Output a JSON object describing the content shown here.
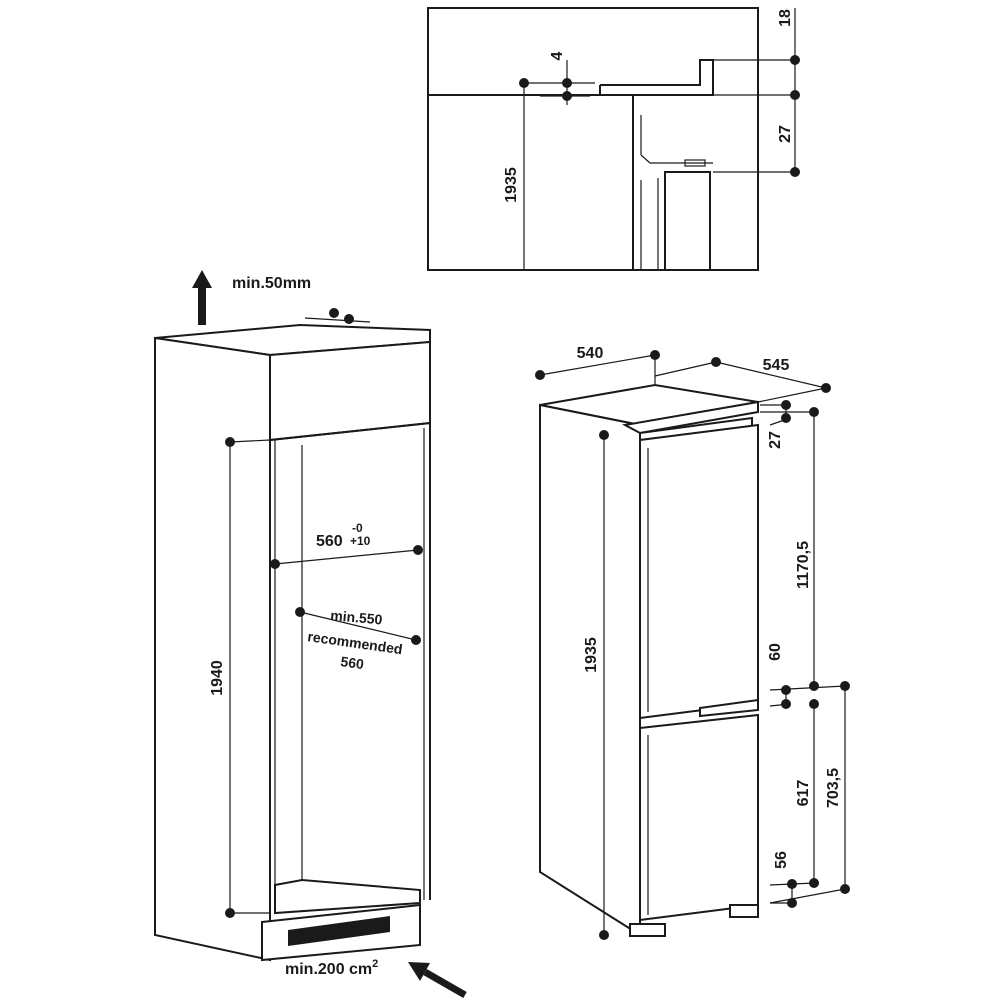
{
  "detail": {
    "dim_18": "18",
    "dim_4": "4",
    "dim_27": "27",
    "dim_1935": "1935"
  },
  "cabinet": {
    "top_clearance": "min.50mm",
    "height": "1940",
    "width_main": "560",
    "width_tol_minus": "-0",
    "width_tol_plus": "+10",
    "depth_min": "min.550",
    "depth_recommended_label": "recommended",
    "depth_recommended": "560",
    "vent_area": "min.200 cm",
    "vent_area_sup": "2"
  },
  "appliance": {
    "width": "540",
    "depth": "545",
    "height": "1935",
    "top_gap": "27",
    "fridge_door": "1170,5",
    "mid_gap": "60",
    "freezer_door": "617",
    "freezer_total": "703,5",
    "bottom_gap": "56"
  },
  "icons": {
    "up_arrow": "arrow-up-icon",
    "in_arrow": "arrow-diagonal-icon"
  }
}
